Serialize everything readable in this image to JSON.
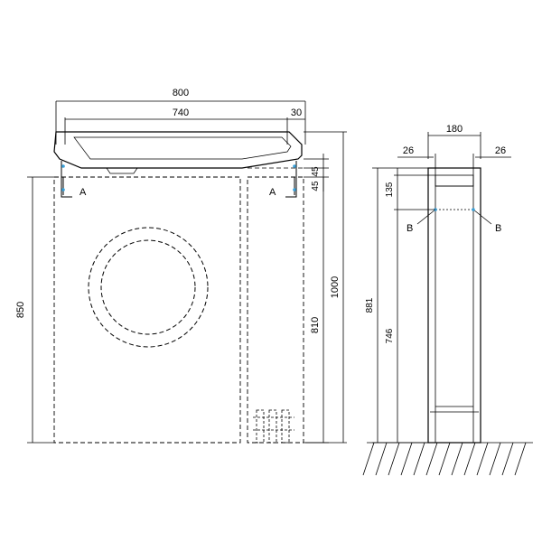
{
  "front_view": {
    "dimensions": {
      "top_width_total": "800",
      "top_width_inner": "740",
      "top_edge": "30",
      "height_overall": "1000",
      "height_machine": "850",
      "height_cabinet": "810",
      "side_a": "45",
      "side_b": "45"
    },
    "markers": {
      "left": "A",
      "right": "A"
    }
  },
  "side_view": {
    "dimensions": {
      "width_total": "180",
      "left_offset": "26",
      "right_offset": "26",
      "top_gap": "135",
      "height_overall": "881",
      "height_inner": "746"
    },
    "markers": {
      "left": "B",
      "right": "B"
    }
  },
  "colors": {
    "line": "#000000",
    "marker": "#3aa0d8"
  }
}
